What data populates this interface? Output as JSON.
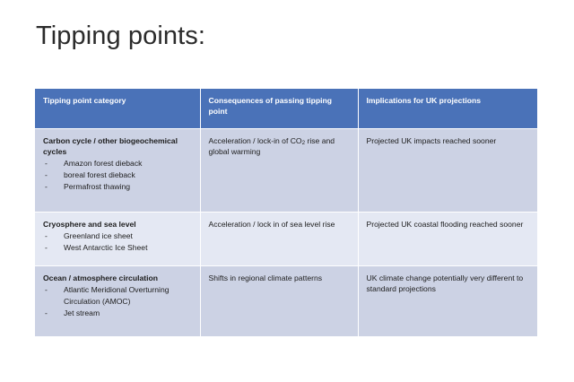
{
  "slide": {
    "title": "Tipping points:"
  },
  "table": {
    "headers": [
      "Tipping point category",
      "Consequences of passing tipping point",
      "Implications for UK projections"
    ],
    "bullet_marker": "-",
    "rows": [
      {
        "category_title": "Carbon cycle / other biogeochemical cycles",
        "category_items": [
          "Amazon forest dieback",
          "boreal forest dieback",
          "Permafrost thawing"
        ],
        "consequences_pre": "Acceleration / lock-in of CO",
        "consequences_sub": "2",
        "consequences_post": " rise and global warming",
        "implications": "Projected UK impacts reached sooner"
      },
      {
        "category_title": "Cryosphere and sea level",
        "category_items": [
          "Greenland ice sheet",
          "West Antarctic Ice Sheet"
        ],
        "consequences": "Acceleration / lock in of sea level rise",
        "implications": "Projected UK coastal flooding reached sooner"
      },
      {
        "category_title": "Ocean / atmosphere circulation",
        "category_items": [
          "Atlantic Meridional Overturning Circulation (AMOC)",
          "Jet stream"
        ],
        "consequences": "Shifts in regional climate patterns",
        "implications": "UK climate change potentially very different to standard projections"
      }
    ]
  },
  "colors": {
    "header_blue": "#4a72b8",
    "band_dark": "#ccd2e4",
    "band_light": "#e4e8f3",
    "title_text": "#2b2b2b",
    "background": "#ffffff"
  }
}
